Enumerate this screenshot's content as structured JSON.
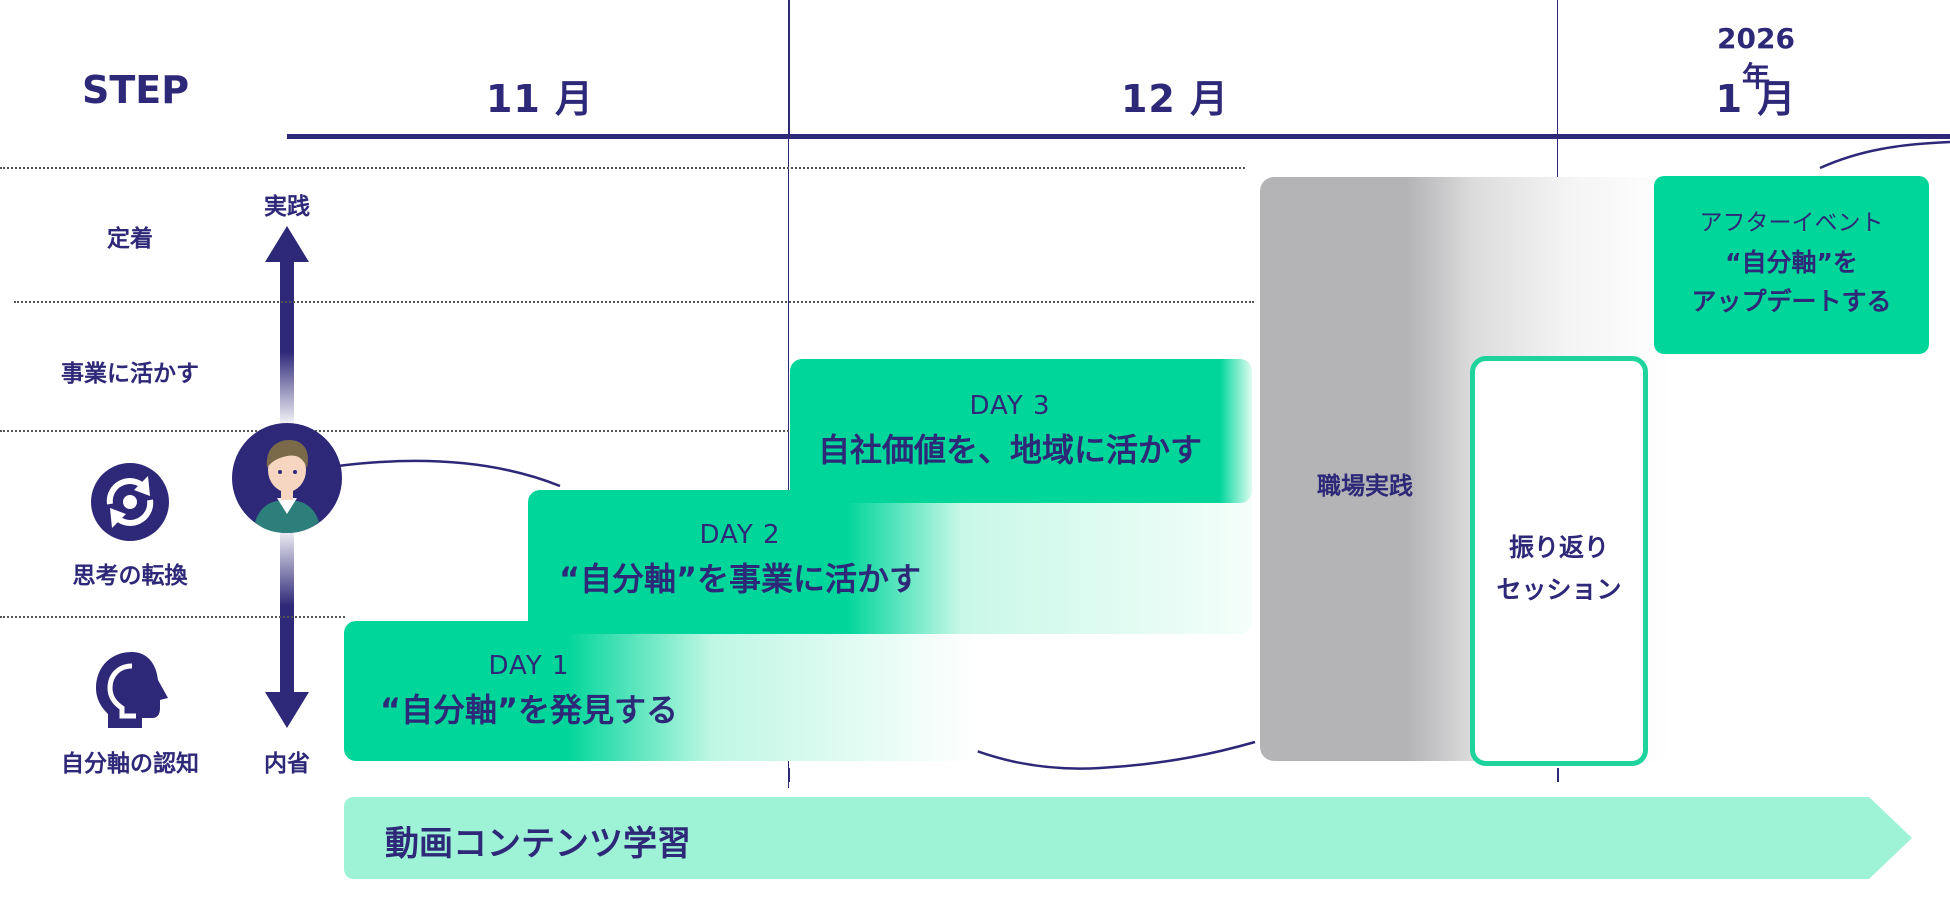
{
  "header": {
    "step": "STEP",
    "months": [
      "11 月",
      "12 月",
      "1 月"
    ],
    "year": "2026 年"
  },
  "rows": {
    "teichaku": "定着",
    "jigyou": "事業に活かす",
    "shikou": "思考の転換",
    "ninchi": "自分軸の認知"
  },
  "axis": {
    "top": "実践",
    "bottom": "内省"
  },
  "days": [
    {
      "title": "DAY 1",
      "subtitle": "“自分軸”を発見する"
    },
    {
      "title": "DAY 2",
      "subtitle": "“自分軸”を事業に活かす"
    },
    {
      "title": "DAY 3",
      "subtitle": "自社価値を、地域に活かす"
    }
  ],
  "practice": "職場実践",
  "review": {
    "line1": "振り返り",
    "line2": "セッション"
  },
  "after_event": {
    "line1": "アフターイベント",
    "line2": "“自分軸”を",
    "line3": "アップデートする"
  },
  "video": "動画コンテンツ学習",
  "colors": {
    "navy": "#2e2878",
    "green": "#00d69a",
    "light_green": "#9ef2d6",
    "gray": "#b4b4b6"
  }
}
